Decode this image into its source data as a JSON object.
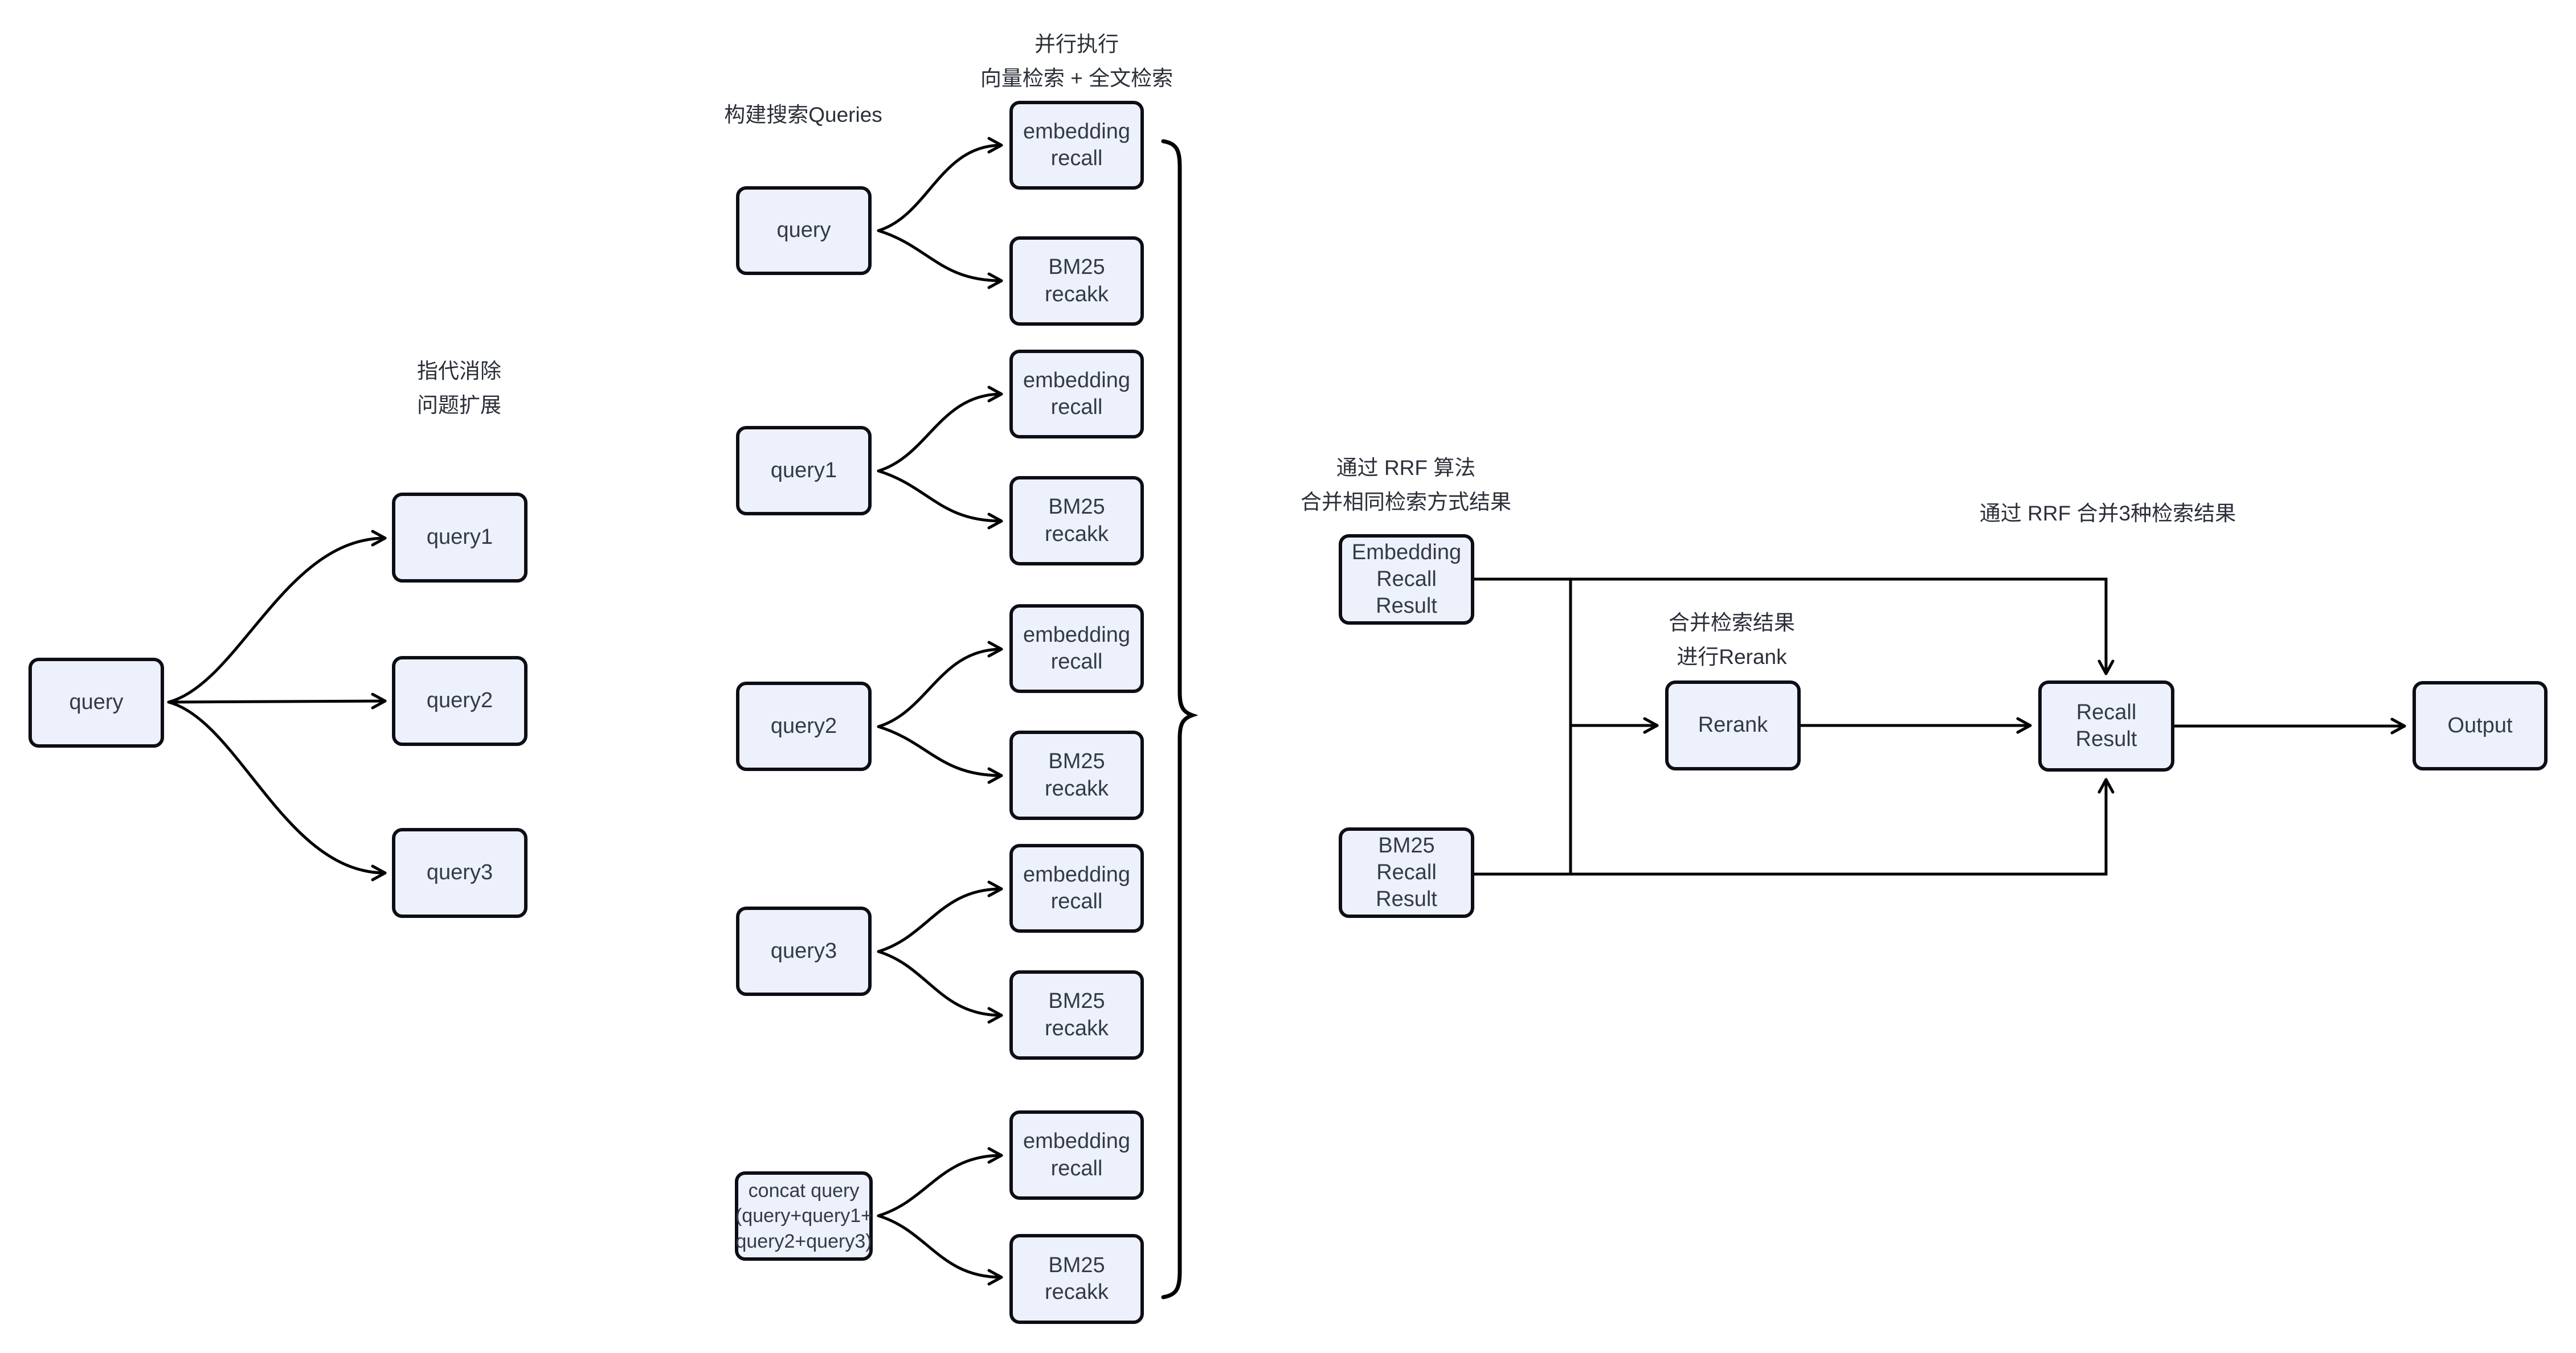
{
  "diagram": {
    "colors": {
      "node_fill": "#edf1fb",
      "node_border": "#0d0d16",
      "node_text": "#343a46",
      "note_text": "#2a2f38",
      "connector": "#000000",
      "background": "#ffffff"
    },
    "stage_expand": {
      "note": "指代消除\n问题扩展",
      "source": "query",
      "expanded": [
        "query1",
        "query2",
        "query3"
      ]
    },
    "stage_build": {
      "note": "构建搜索Queries",
      "note_parallel": "并行执行\n向量检索 + 全文检索",
      "queries": [
        "query",
        "query1",
        "query2",
        "query3",
        "concat query\n(query+query1+\nquery2+query3)"
      ],
      "embedding_recall": "embedding\nrecall",
      "bm25_recall": "BM25\nrecakk"
    },
    "stage_merge": {
      "note_rrf_same": "通过 RRF 算法\n合并相同检索方式结果",
      "note_rerank": "合并检索结果\n进行Rerank",
      "note_rrf_three": "通过 RRF 合并3种检索结果",
      "embedding_result": "Embedding\nRecall\nResult",
      "bm25_result": "BM25\nRecall\nResult",
      "rerank": "Rerank",
      "recall_result": "Recall\nResult",
      "output": "Output"
    }
  }
}
